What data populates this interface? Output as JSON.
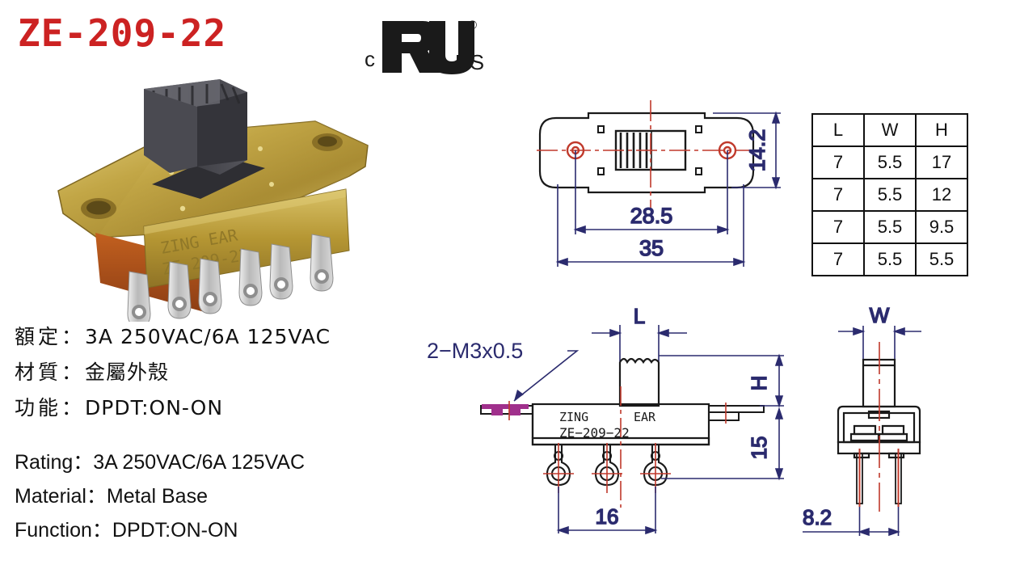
{
  "header": {
    "product_title": "ZE-209-22",
    "certification": {
      "name": "cULus-mark",
      "left_letter": "c",
      "right_letters": "US",
      "registered": "®"
    }
  },
  "photo": {
    "name": "slide-switch-product-photo",
    "brand_emboss_line1": "ZING    EAR",
    "brand_emboss_line2": "ZE-209-22",
    "colors": {
      "bracket": "#b89a3a",
      "bracket_light": "#d8c26a",
      "body": "#b5521f",
      "knob": "#4a4a4e",
      "terminal": "#c9c9c9"
    }
  },
  "specs_cn": {
    "rating_label": "額定：",
    "rating_value": "3A 250VAC/6A 125VAC",
    "material_label": "材質：",
    "material_value": "金屬外殼",
    "function_label": "功能：",
    "function_value": "DPDT:ON-ON"
  },
  "specs_en": {
    "rating_label": "Rating：",
    "rating_value": "3A 250VAC/6A 125VAC",
    "material_label": "Material：",
    "material_value": "Metal Base",
    "function_label": "Function：",
    "function_value": "DPDT:ON-ON"
  },
  "dimension_table": {
    "headers": [
      "L",
      "W",
      "H"
    ],
    "rows": [
      [
        "7",
        "5.5",
        "17"
      ],
      [
        "7",
        "5.5",
        "12"
      ],
      [
        "7",
        "5.5",
        "9.5"
      ],
      [
        "7",
        "5.5",
        "5.5"
      ]
    ]
  },
  "top_view": {
    "name": "top-view",
    "dim_width_overall": "35",
    "dim_hole_spacing": "28.5",
    "dim_height": "14.2"
  },
  "front_view": {
    "name": "front-view",
    "dim_actuator_width": "L",
    "dim_actuator_height": "H",
    "dim_body_height": "15",
    "dim_terminal_span": "16",
    "callout_thread": "2−M3x0.5",
    "body_label_line1": "ZING",
    "body_label_line2": "EAR",
    "body_label_line3": "ZE−209−22"
  },
  "side_view": {
    "name": "side-view",
    "dim_actuator_width": "W",
    "dim_pin_span": "8.2"
  },
  "colors": {
    "title_red": "#cc2222",
    "dimension_blue": "#2b2b6e",
    "centerline_red": "#c0392b",
    "outline_black": "#1a1a1a",
    "screw_magenta": "#a0308c"
  }
}
